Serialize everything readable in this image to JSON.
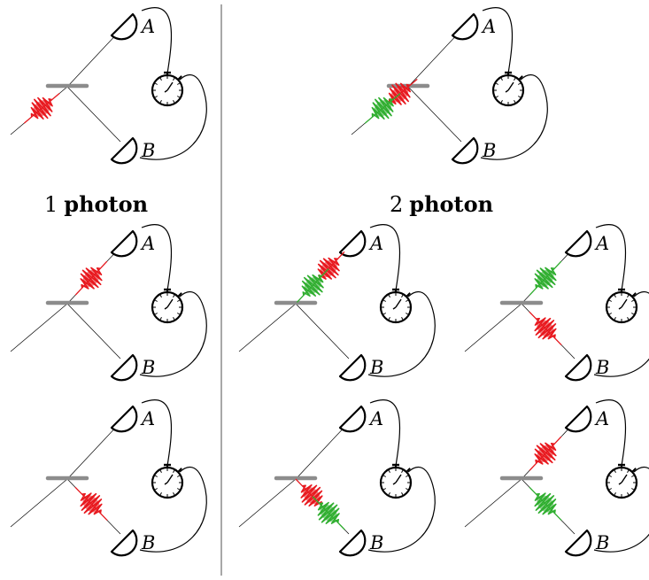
{
  "labels": {
    "one_photon_number": "1",
    "one_photon_word": "photon",
    "two_photon_number": "2",
    "two_photon_word": "photon"
  },
  "detectors": {
    "a": "A",
    "b": "B"
  },
  "colors": {
    "red_photon": "#e8181e",
    "green_photon": "#2fae2f",
    "beamsplitter": "#8c8c8c",
    "line": "#000000"
  },
  "panels": [
    {
      "id": "one-photon-input",
      "photons": [
        {
          "color": "red",
          "path": "in",
          "t": 0.55
        }
      ]
    },
    {
      "id": "two-photon-input",
      "photons": [
        {
          "color": "red",
          "path": "in",
          "t": 0.85
        },
        {
          "color": "green",
          "path": "in",
          "t": 0.55
        }
      ]
    },
    {
      "id": "one-photon-to-a",
      "photons": [
        {
          "color": "red",
          "path": "toA",
          "t": 0.45
        }
      ]
    },
    {
      "id": "two-photon-both-a",
      "photons": [
        {
          "color": "red",
          "path": "toA",
          "t": 0.62
        },
        {
          "color": "green",
          "path": "toA",
          "t": 0.32
        }
      ]
    },
    {
      "id": "two-photon-green-a-red-b",
      "photons": [
        {
          "color": "green",
          "path": "toA",
          "t": 0.45
        },
        {
          "color": "red",
          "path": "toB",
          "t": 0.45
        }
      ]
    },
    {
      "id": "one-photon-to-b",
      "photons": [
        {
          "color": "red",
          "path": "toB",
          "t": 0.45
        }
      ]
    },
    {
      "id": "two-photon-both-b",
      "photons": [
        {
          "color": "red",
          "path": "toB",
          "t": 0.3
        },
        {
          "color": "green",
          "path": "toB",
          "t": 0.62
        }
      ]
    },
    {
      "id": "two-photon-red-a-green-b",
      "photons": [
        {
          "color": "red",
          "path": "toA",
          "t": 0.45
        },
        {
          "color": "green",
          "path": "toB",
          "t": 0.45
        }
      ]
    }
  ]
}
